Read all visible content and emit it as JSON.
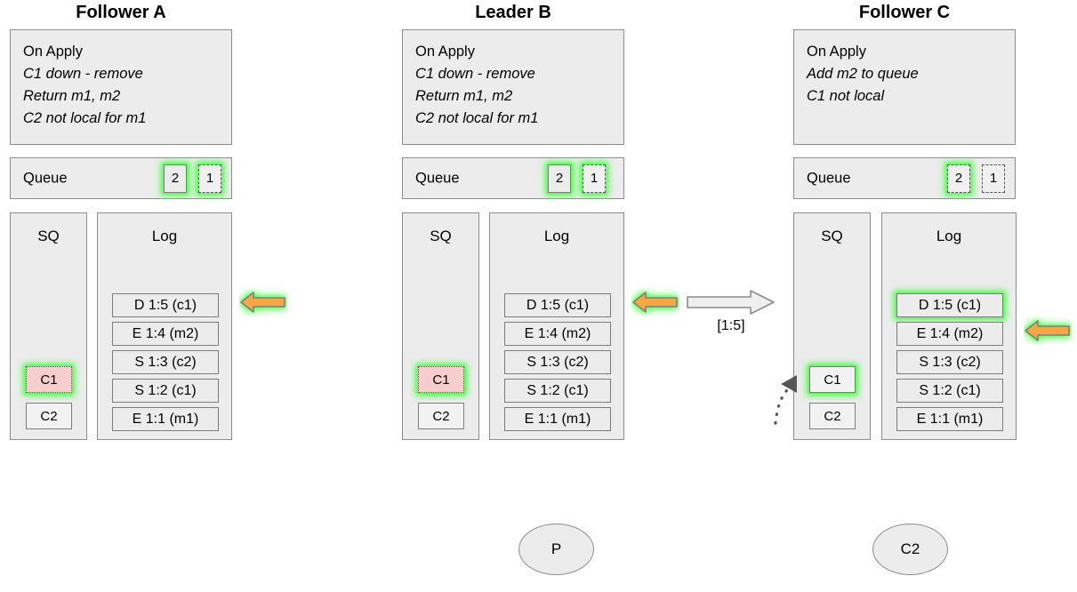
{
  "columns": [
    {
      "title": "Follower A",
      "apply": {
        "header": "On Apply",
        "lines": [
          "C1 down - remove",
          "Return m1, m2",
          "C2 not local for m1"
        ]
      },
      "queue": {
        "label": "Queue",
        "cells": [
          {
            "value": "2",
            "style": "solid",
            "glow": true
          },
          {
            "value": "1",
            "style": "dashed",
            "glow": true
          }
        ]
      },
      "sq": {
        "title": "SQ",
        "items": [
          {
            "value": "C1",
            "style": "pinkdot",
            "glow": true
          },
          {
            "value": "C2",
            "style": "plain",
            "glow": false
          }
        ]
      },
      "log": {
        "title": "Log",
        "entries": [
          {
            "value": "D 1:5 (c1)",
            "glow": false
          },
          {
            "value": "E 1:4 (m2)",
            "glow": false
          },
          {
            "value": "S 1:3 (c2)",
            "glow": false
          },
          {
            "value": "S 1:2 (c1)",
            "glow": false
          },
          {
            "value": "E 1:1 (m1)",
            "glow": false
          }
        ]
      },
      "pointer": {
        "target_index": 0
      }
    },
    {
      "title": "Leader B",
      "apply": {
        "header": "On Apply",
        "lines": [
          "C1 down - remove",
          "Return m1, m2",
          "C2 not local for m1"
        ]
      },
      "queue": {
        "label": "Queue",
        "cells": [
          {
            "value": "2",
            "style": "solid",
            "glow": true
          },
          {
            "value": "1",
            "style": "dashed",
            "glow": true
          }
        ]
      },
      "sq": {
        "title": "SQ",
        "items": [
          {
            "value": "C1",
            "style": "pinkdot",
            "glow": true
          },
          {
            "value": "C2",
            "style": "plain",
            "glow": false
          }
        ]
      },
      "log": {
        "title": "Log",
        "entries": [
          {
            "value": "D 1:5 (c1)",
            "glow": false
          },
          {
            "value": "E 1:4 (m2)",
            "glow": false
          },
          {
            "value": "S 1:3 (c2)",
            "glow": false
          },
          {
            "value": "S 1:2 (c1)",
            "glow": false
          },
          {
            "value": "E 1:1 (m1)",
            "glow": false
          }
        ]
      },
      "pointer": {
        "target_index": 0
      }
    },
    {
      "title": "Follower C",
      "apply": {
        "header": "On Apply",
        "lines": [
          "Add m2 to queue",
          "C1 not local"
        ]
      },
      "queue": {
        "label": "Queue",
        "cells": [
          {
            "value": "2",
            "style": "dashed",
            "glow": true
          },
          {
            "value": "1",
            "style": "dashed",
            "glow": false
          }
        ]
      },
      "sq": {
        "title": "SQ",
        "items": [
          {
            "value": "C1",
            "style": "solidglow",
            "glow": true
          },
          {
            "value": "C2",
            "style": "plain",
            "glow": false
          }
        ]
      },
      "log": {
        "title": "Log",
        "entries": [
          {
            "value": "D 1:5 (c1)",
            "glow": true
          },
          {
            "value": "E 1:4 (m2)",
            "glow": false
          },
          {
            "value": "S 1:3 (c2)",
            "glow": false
          },
          {
            "value": "S 1:2 (c1)",
            "glow": false
          },
          {
            "value": "E 1:1 (m1)",
            "glow": false
          }
        ]
      },
      "pointer": {
        "target_index": 1
      }
    }
  ],
  "replication": {
    "label": "[1:5]"
  },
  "ellipses": [
    {
      "label": "P"
    },
    {
      "label": "C2"
    }
  ],
  "colors": {
    "glow": "#4dff4d",
    "arrow_fill": "#f5a742",
    "arrow_stroke": "#7c7c7c",
    "panel_fill": "#ececec",
    "panel_stroke": "#8c8c8c",
    "sq_highlight_fill": "#f7cdcd"
  }
}
